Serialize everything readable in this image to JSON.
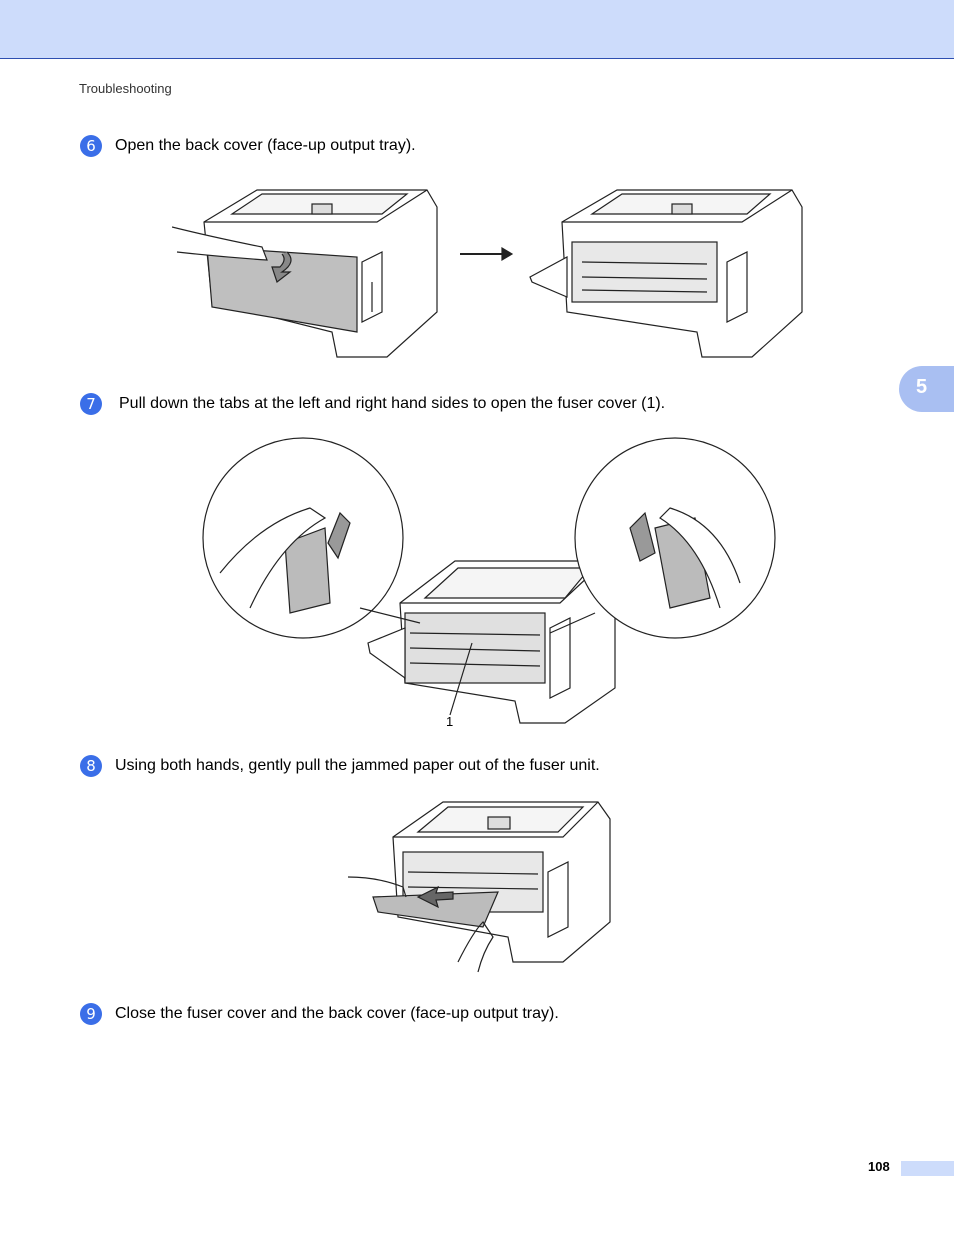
{
  "header": {
    "section_label": "Troubleshooting"
  },
  "chapter_tab": {
    "number": "5"
  },
  "steps": [
    {
      "number": "6",
      "text": "Open the back cover (face-up output tray)."
    },
    {
      "number": "7",
      "text": "Pull down the tabs at the left and right hand sides to open the fuser cover (1)."
    },
    {
      "number": "8",
      "text": "Using both hands, gently pull the jammed paper out of the fuser unit."
    },
    {
      "number": "9",
      "text": "Close the fuser cover and the back cover (face-up output tray)."
    }
  ],
  "figures": {
    "fuser_cover_callout": "1"
  },
  "footer": {
    "page_number": "108"
  },
  "colors": {
    "header_band": "#cddcfb",
    "step_badge": "#3a6ee8",
    "chapter_tab": "#a9bff2"
  }
}
